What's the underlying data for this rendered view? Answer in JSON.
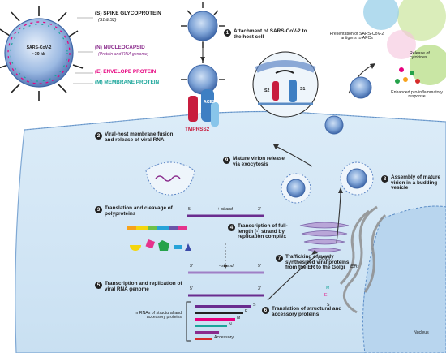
{
  "legend": {
    "virus_label": "SARS-CoV-2",
    "virus_size": "~30 kb",
    "spike": "(S) SPIKE GLYCOPROTEIN",
    "spike_sub": "(S1 & S2)",
    "nucleocapsid": "(N) NUCLEOCAPSID",
    "nucleocapsid_sub": "(Protein and RNA genome)",
    "envelope": "(E) ENVELOPE PROTEIN",
    "membrane": "(M) MEMBRANE PROTEIN"
  },
  "colors": {
    "spike": "#222222",
    "nucleocapsid": "#8a2b8c",
    "envelope": "#e6007e",
    "membrane": "#1aa59a",
    "virion": "#5f88c6",
    "cell": "#d9ebf7",
    "nucleus": "#b7d4ec"
  },
  "steps": [
    {
      "num": "1",
      "text": "Attachment of SARS-CoV-2 to the host cell"
    },
    {
      "num": "2",
      "text": "Viral-host membrane fusion and release of viral RNA"
    },
    {
      "num": "3",
      "text": "Translation and cleavage of polyproteins"
    },
    {
      "num": "4",
      "text": "Transcription of full-length (-) strand by replication complex"
    },
    {
      "num": "5",
      "text": "Transcription and replication of viral RNA genome"
    },
    {
      "num": "6",
      "text": "Translation of structural and accessory proteins"
    },
    {
      "num": "7",
      "text": "Trafficking of newly synthesized viral proteins from the ER to the Golgi"
    },
    {
      "num": "8",
      "text": "Assembly of mature virion in a budding vesicle"
    },
    {
      "num": "9",
      "text": "Mature virion release via exocytosis"
    }
  ],
  "labels": {
    "ace2": "ACE2",
    "tmprss2": "TMPRSS2",
    "s2": "S2",
    "s1": "S1",
    "apc": "Presentation of SARS-CoV-2 antigens to APCs",
    "cytokines": "Release of cytokines",
    "inflammatory": "Enhanced pro-inflammatory response",
    "plus_strand": "+ strand",
    "minus_strand": "- strand",
    "five_prime_a": "5'",
    "three_prime_a": "3'",
    "three_prime_b": "3'",
    "five_prime_b": "5'",
    "five_prime_c": "5'",
    "three_prime_c": "3'",
    "mrnas": "mRNAs of structural and accessory proteins",
    "mrna_s": "S",
    "mrna_e": "E",
    "mrna_m": "M",
    "mrna_n": "N",
    "mrna_acc": "Accessory",
    "golgi": "Golgi",
    "er": "ER",
    "nucleus": "Nucleus",
    "er_m": "M",
    "er_e": "E",
    "er_s": "S"
  }
}
